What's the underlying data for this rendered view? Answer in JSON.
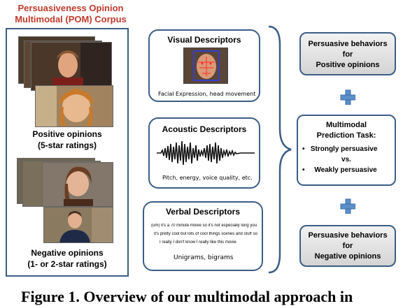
{
  "corpus": {
    "title_line1": "Persuasiveness Opinion",
    "title_line2": "Multimodal (POM) Corpus",
    "positive_label": "Positive opinions",
    "positive_sub": "(5-star ratings)",
    "negative_label": "Negative opinions",
    "negative_sub": "(1- or 2-star ratings)"
  },
  "descriptors": {
    "visual": {
      "title": "Visual Descriptors",
      "caption": "Facial Expression, head movement"
    },
    "acoustic": {
      "title": "Acoustic Descriptors",
      "caption": "Pitch, energy, voice quality, etc."
    },
    "verbal": {
      "title": "Verbal Descriptors",
      "transcript_line1": "(um) it's a 70 minute movie so it's not especially long you",
      "transcript_line2": "it's pretty cool but lots of cool things scenes and stuff so",
      "transcript_line3": "I really I don't know I really like this movie",
      "caption": "Unigrams, bigrams"
    }
  },
  "right": {
    "top_line1": "Persuasive behaviors",
    "top_line2": "for",
    "top_line3": "Positive opinions",
    "task_line1": "Multimodal",
    "task_line2": "Prediction Task:",
    "task_item1": "Strongly persuasive",
    "task_vs": "vs.",
    "task_item2": "Weakly persuasive",
    "bottom_line1": "Persuasive behaviors",
    "bottom_line2": "for",
    "bottom_line3": "Negative opinions"
  },
  "figure_caption": "Figure 1. Overview of our multimodal approach in",
  "colors": {
    "title_red": "#c0392b",
    "border_blue": "#3b5e86",
    "plus_blue": "#5b8fc7"
  }
}
